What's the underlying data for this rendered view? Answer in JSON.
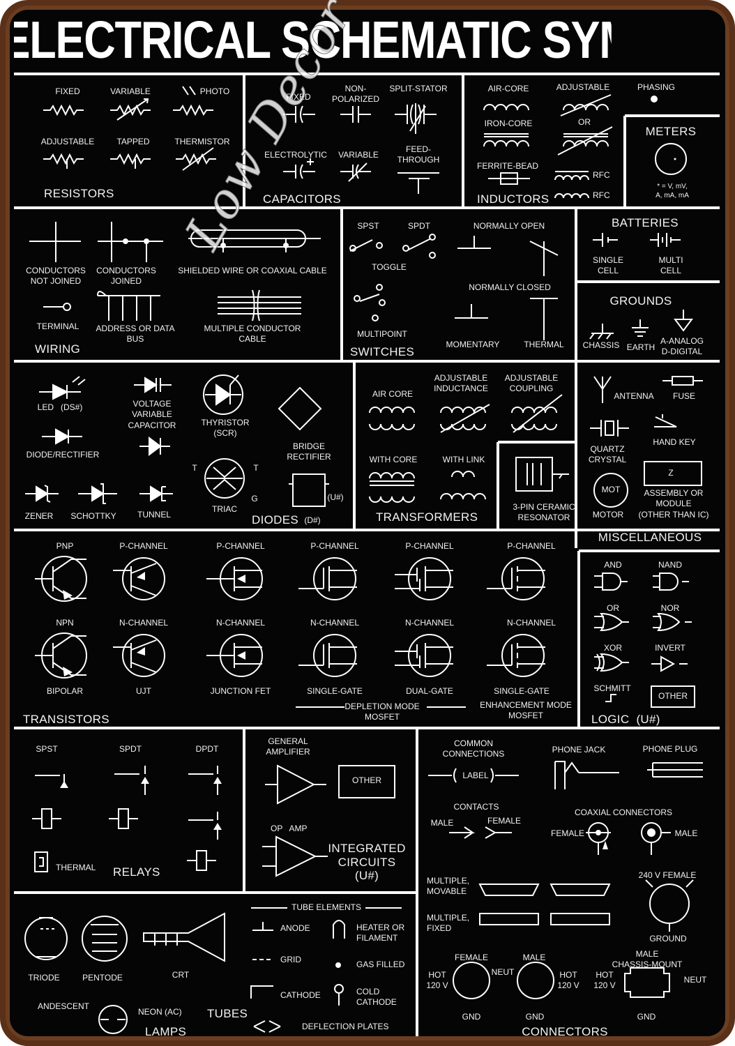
{
  "title": "ELECTRICAL SCHEMATIC SYMBOLS",
  "watermark": "Low Decor Store",
  "colors": {
    "board": "#050505",
    "line": "#ffffff",
    "rust": "#5a3018",
    "text": "#f2f2f2"
  },
  "resistors": {
    "fixed": "FIXED",
    "variable": "VARIABLE",
    "photo": "PHOTO",
    "adjustable": "ADJUSTABLE",
    "tapped": "TAPPED",
    "thermistor": "THERMISTOR",
    "heading": "RESISTORS"
  },
  "capacitors": {
    "fixed": "FIXED",
    "non_polarized": "NON-\nPOLARIZED",
    "split_stator": "SPLIT-STATOR",
    "electrolytic": "ELECTROLYTIC",
    "variable": "VARIABLE",
    "feed_through": "FEED-\nTHROUGH",
    "heading": "CAPACITORS"
  },
  "inductors": {
    "air_core": "AIR-CORE",
    "adjustable": "ADJUSTABLE",
    "phasing": "PHASING",
    "iron_core": "IRON-CORE",
    "or": "OR",
    "ferrite_bead": "FERRITE-BEAD",
    "rfc1": "RFC",
    "rfc2": "RFC",
    "heading": "INDUCTORS"
  },
  "meters": {
    "heading": "METERS",
    "note": "* = V, mV,\nA, mA, mA"
  },
  "wiring": {
    "not_joined": "CONDUCTORS\nNOT JOINED",
    "joined": "CONDUCTORS\nJOINED",
    "shielded": "SHIELDED WIRE OR COAXIAL CABLE",
    "terminal": "TERMINAL",
    "bus": "ADDRESS OR DATA\nBUS",
    "multi": "MULTIPLE CONDUCTOR\nCABLE",
    "heading": "WIRING"
  },
  "switches": {
    "spst": "SPST",
    "spdt": "SPDT",
    "normally_open": "NORMALLY OPEN",
    "toggle": "TOGGLE",
    "normally_closed": "NORMALLY CLOSED",
    "multipoint": "MULTIPOINT",
    "momentary": "MOMENTARY",
    "thermal": "THERMAL",
    "heading": "SWITCHES"
  },
  "batteries": {
    "heading": "BATTERIES",
    "single": "SINGLE\nCELL",
    "multi": "MULTI\nCELL"
  },
  "grounds": {
    "heading": "GROUNDS",
    "chassis": "CHASSIS",
    "earth": "EARTH",
    "analog": "A-ANALOG\nD-DIGITAL"
  },
  "diodes": {
    "led": "LED   (DS#)",
    "varicap": "VOLTAGE\nVARIABLE\nCAPACITOR",
    "thyristor": "THYRISTOR\n(SCR)",
    "diode": "DIODE/RECTIFIER",
    "bridge": "BRIDGE\nRECTIFIER",
    "zener": "ZENER",
    "schottky": "SCHOTTKY",
    "tunnel": "TUNNEL",
    "triac": "TRIAC",
    "t1": "T",
    "t2": "T",
    "g": "G",
    "u": "(U#)",
    "heading": "DIODES",
    "d": "(D#)"
  },
  "transformers": {
    "air_core": "AIR CORE",
    "adj_ind": "ADJUSTABLE\nINDUCTANCE",
    "adj_coup": "ADJUSTABLE\nCOUPLING",
    "with_core": "WITH CORE",
    "with_link": "WITH LINK",
    "heading": "TRANSFORMERS"
  },
  "resonator": {
    "label": "3-PIN CERAMIC\nRESONATOR"
  },
  "misc": {
    "antenna": "ANTENNA",
    "fuse": "FUSE",
    "quartz": "QUARTZ\nCRYSTAL",
    "hand_key": "HAND KEY",
    "mot": "MOT",
    "motor": "MOTOR",
    "z": "Z",
    "assembly": "ASSEMBLY OR\nMODULE\n(OTHER THAN IC)",
    "heading": "MISCELLANEOUS"
  },
  "transistors": {
    "top": [
      "PNP",
      "P-CHANNEL",
      "P-CHANNEL",
      "P-CHANNEL",
      "P-CHANNEL",
      "P-CHANNEL"
    ],
    "mid": [
      "NPN",
      "N-CHANNEL",
      "N-CHANNEL",
      "N-CHANNEL",
      "N-CHANNEL",
      "N-CHANNEL"
    ],
    "bottom": [
      "BIPOLAR",
      "UJT",
      "JUNCTION FET",
      "SINGLE-GATE",
      "DUAL-GATE",
      "SINGLE-GATE"
    ],
    "depletion": "DEPLETION MODE\nMOSFET",
    "enhancement": "ENHANCEMENT MODE\nMOSFET",
    "heading": "TRANSISTORS"
  },
  "logic": {
    "and": "AND",
    "nand": "NAND",
    "or": "OR",
    "nor": "NOR",
    "xor": "XOR",
    "invert": "INVERT",
    "schmitt": "SCHMITT",
    "other": "OTHER",
    "heading": "LOGIC  (U#)"
  },
  "relays": {
    "spst": "SPST",
    "spdt": "SPDT",
    "dpdt": "DPDT",
    "thermal": "THERMAL",
    "heading": "RELAYS"
  },
  "ic": {
    "general": "GENERAL\nAMPLIFIER",
    "other": "OTHER",
    "opamp": "OP   AMP",
    "heading": "INTEGRATED\nCIRCUITS\n(U#)"
  },
  "connectors": {
    "common": "COMMON\nCONNECTIONS",
    "label": "LABEL",
    "phone_jack": "PHONE JACK",
    "phone_plug": "PHONE PLUG",
    "contacts": "CONTACTS",
    "male": "MALE",
    "female": "FEMALE",
    "coax": "COAXIAL CONNECTORS",
    "coax_female": "FEMALE",
    "coax_male": "MALE",
    "movable": "MULTIPLE,\nMOVABLE",
    "fixed": "MULTIPLE,\nFIXED",
    "f240": "240 V FEMALE",
    "ground": "GROUND",
    "ac_female": "FEMALE",
    "ac_male": "MALE",
    "chassis_male": "MALE\nCHASSIS-MOUNT",
    "hot1": "HOT\n120 V",
    "neut1": "NEUT",
    "hot2": "HOT\n120 V",
    "hot3": "HOT\n120 V",
    "neut3": "NEUT",
    "gnd1": "GND",
    "gnd2": "GND",
    "gnd3": "GND",
    "heading": "CONNECTORS"
  },
  "tubes": {
    "elements": "TUBE ELEMENTS",
    "anode": "ANODE",
    "heater": "HEATER OR\nFILAMENT",
    "grid": "GRID",
    "gas": "GAS FILLED",
    "cathode": "CATHODE",
    "cold": "COLD\nCATHODE",
    "deflection": "DEFLECTION PLATES",
    "triode": "TRIODE",
    "pentode": "PENTODE",
    "crt": "CRT",
    "heading": "TUBES"
  },
  "lamps": {
    "incandescent": "ANDESCENT",
    "neon": "NEON (AC)",
    "heading": "LAMPS"
  }
}
